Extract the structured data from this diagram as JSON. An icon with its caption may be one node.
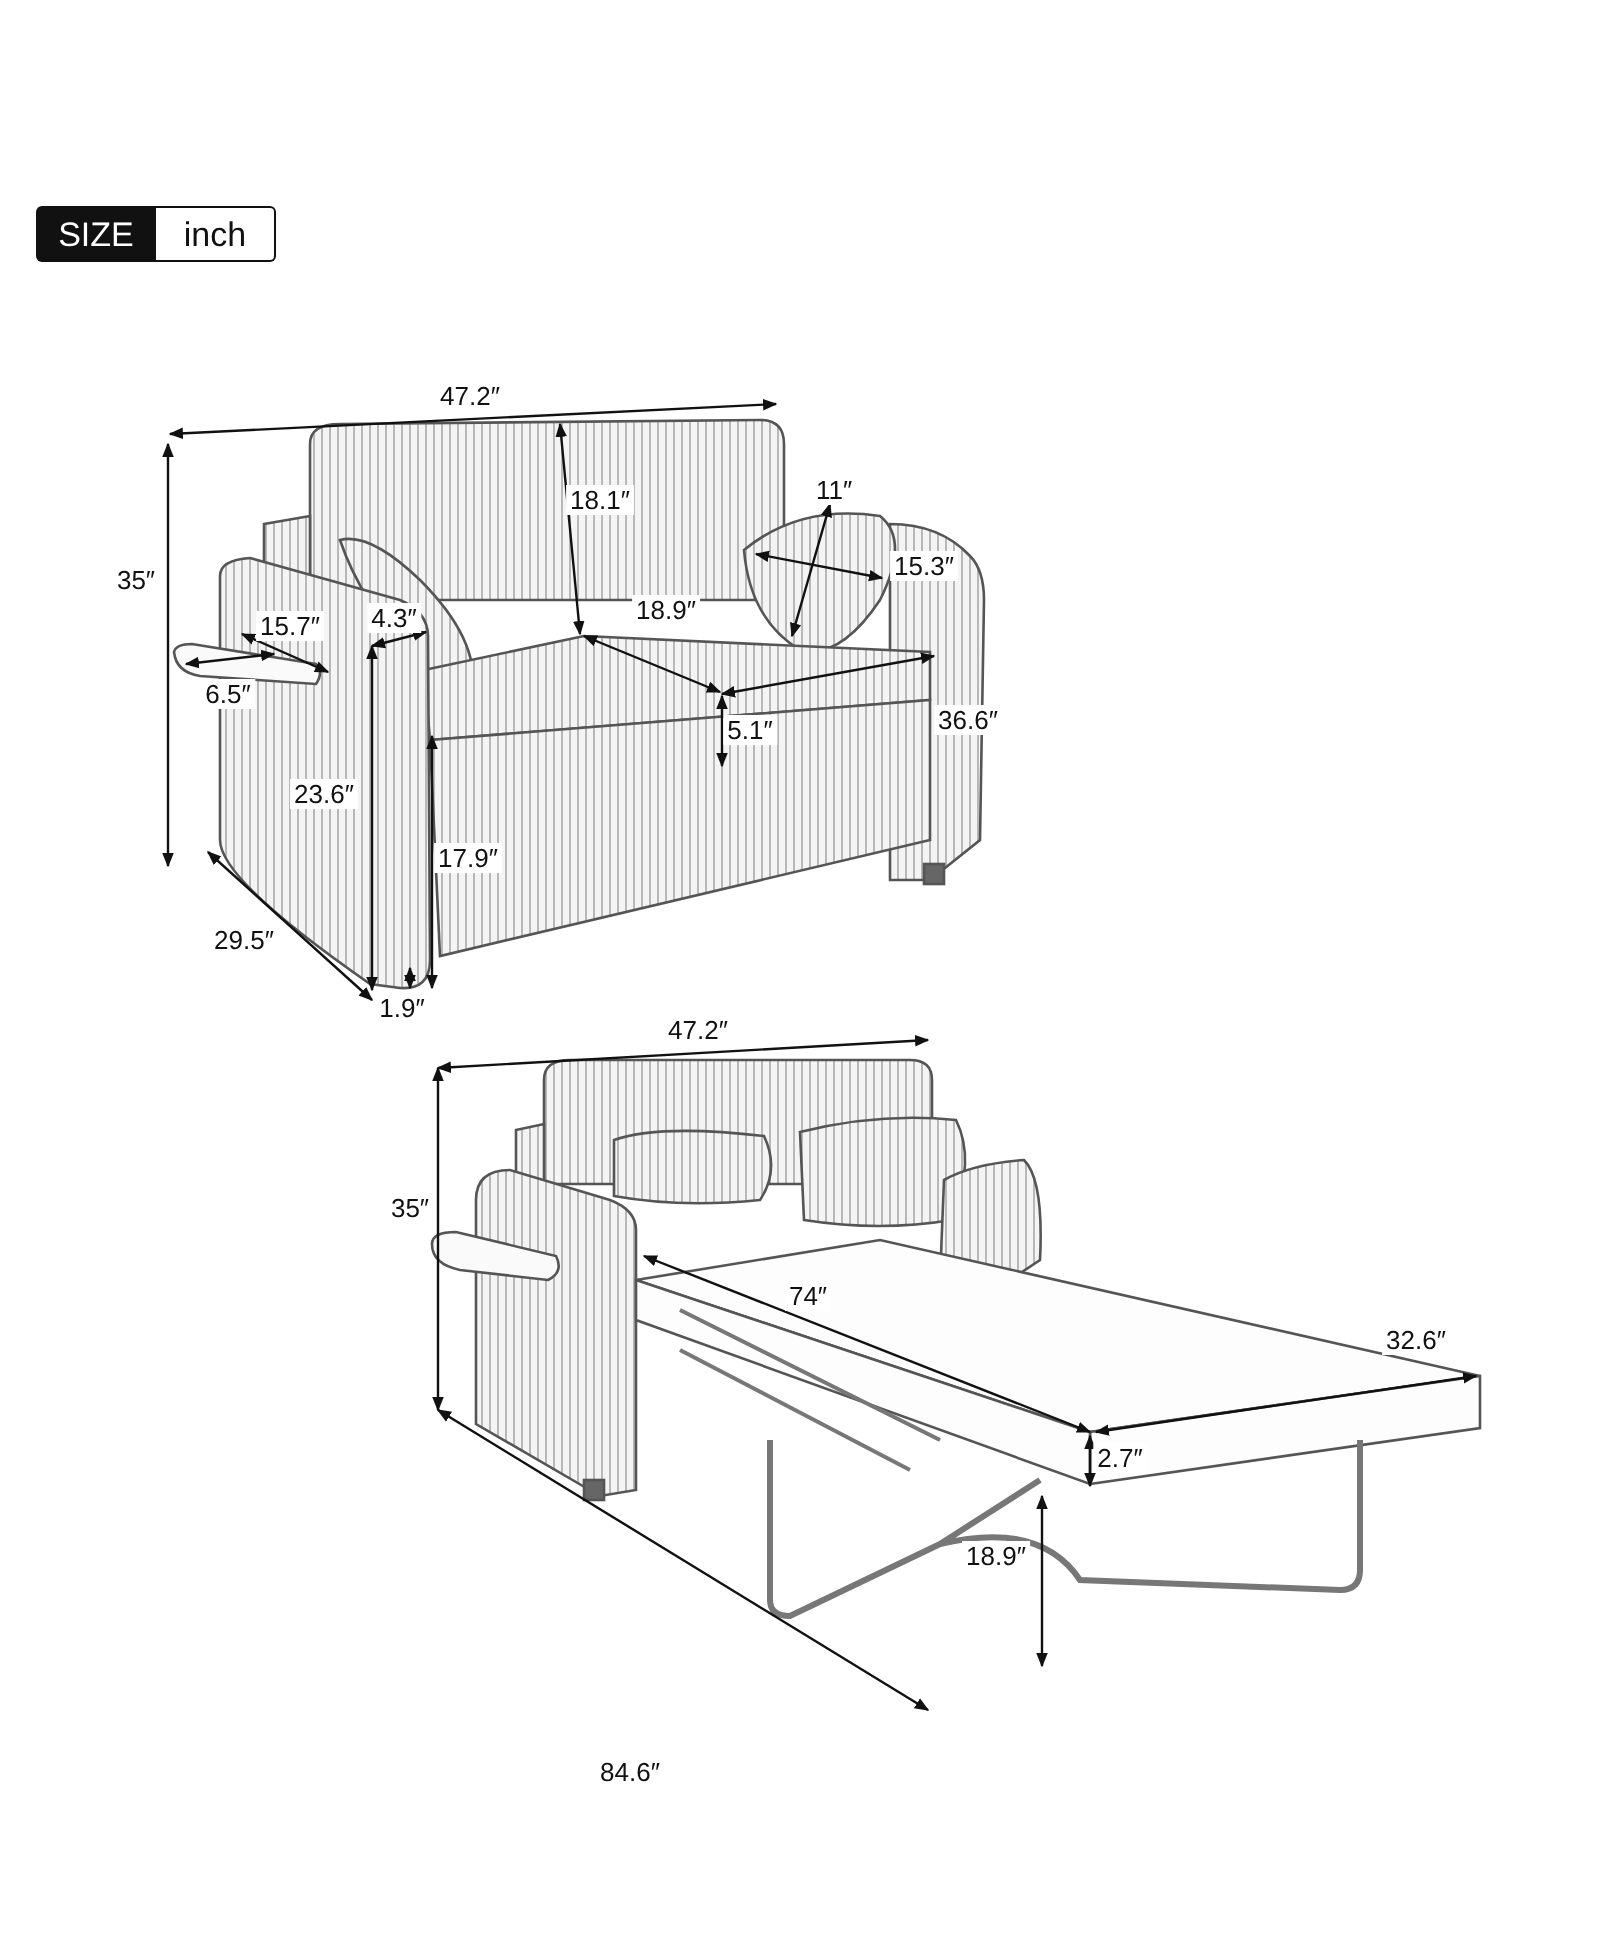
{
  "diagram": {
    "labels": [
      "SIZE",
      "inch",
      "47.2″",
      "18.1″",
      "11″",
      "35″",
      "15.3″",
      "4.3″",
      "15.7″",
      "18.9″",
      "6.5″",
      "36.6″",
      "5.1″",
      "23.6″",
      "17.9″",
      "29.5″",
      "1.9″",
      "47.2″",
      "35″",
      "74″",
      "32.6″",
      "2.7″",
      "18.9″",
      "84.6″"
    ]
  }
}
